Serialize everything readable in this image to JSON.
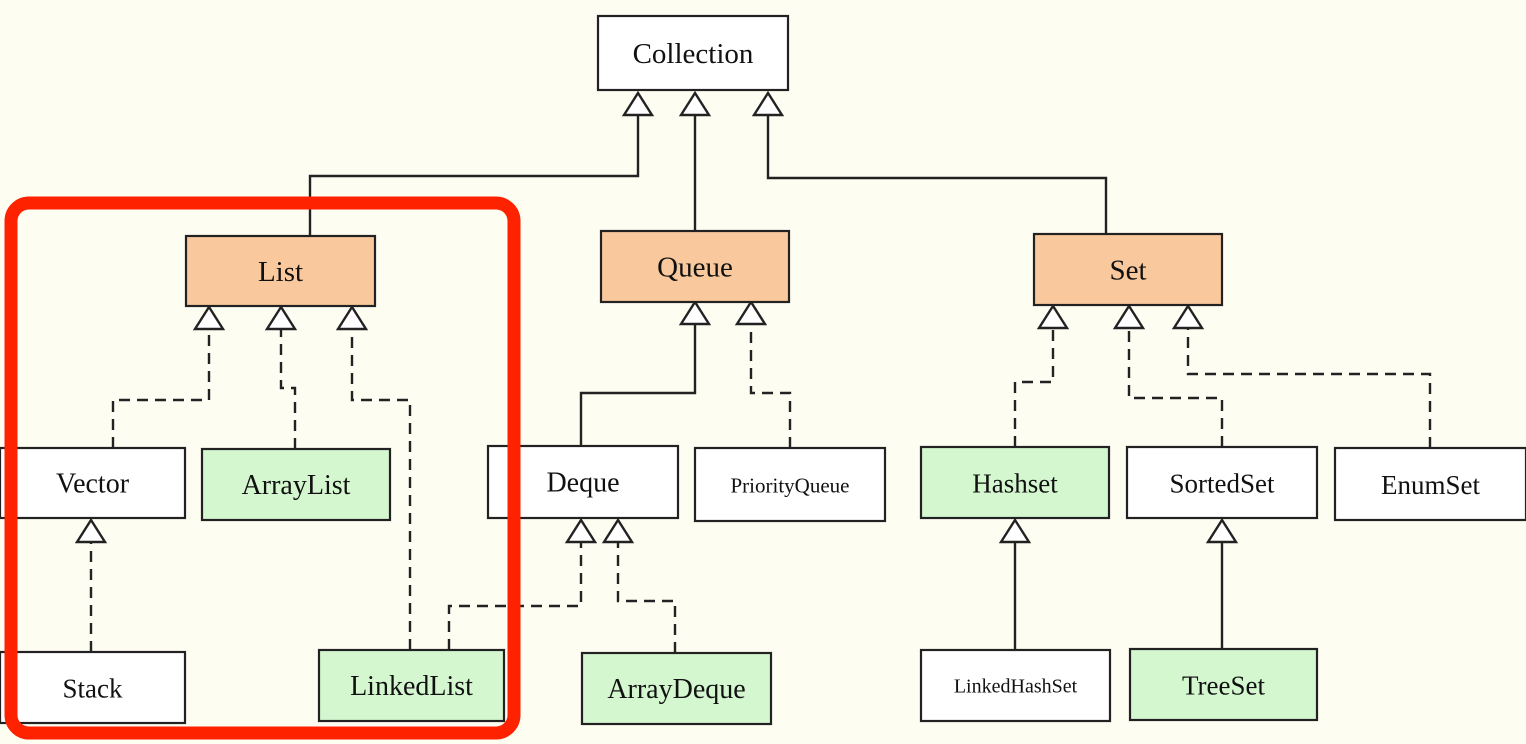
{
  "colors": {
    "background": "#fefdf2",
    "interface": "#f9c99d",
    "implementation": "#d4f7d0",
    "plain": "#ffffff",
    "highlight": "#ff2200"
  },
  "nodes": {
    "collection": {
      "label": "Collection",
      "kind": "plain"
    },
    "list": {
      "label": "List",
      "kind": "interface"
    },
    "queue": {
      "label": "Queue",
      "kind": "interface"
    },
    "set": {
      "label": "Set",
      "kind": "interface"
    },
    "vector": {
      "label": "Vector",
      "kind": "plain"
    },
    "arraylist": {
      "label": "ArrayList",
      "kind": "implementation"
    },
    "deque": {
      "label": "Deque",
      "kind": "plain"
    },
    "priorityqueue": {
      "label": "PriorityQueue",
      "kind": "plain"
    },
    "hashset": {
      "label": "Hashset",
      "kind": "implementation"
    },
    "sortedset": {
      "label": "SortedSet",
      "kind": "plain"
    },
    "enumset": {
      "label": "EnumSet",
      "kind": "plain"
    },
    "stack": {
      "label": "Stack",
      "kind": "plain"
    },
    "linkedlist": {
      "label": "LinkedList",
      "kind": "implementation"
    },
    "arraydeque": {
      "label": "ArrayDeque",
      "kind": "implementation"
    },
    "linkedhashset": {
      "label": "LinkedHashSet",
      "kind": "plain"
    },
    "treeset": {
      "label": "TreeSet",
      "kind": "implementation"
    }
  },
  "edges": [
    {
      "from": "list",
      "to": "collection",
      "style": "solid"
    },
    {
      "from": "queue",
      "to": "collection",
      "style": "solid"
    },
    {
      "from": "set",
      "to": "collection",
      "style": "solid"
    },
    {
      "from": "vector",
      "to": "list",
      "style": "dashed"
    },
    {
      "from": "arraylist",
      "to": "list",
      "style": "dashed"
    },
    {
      "from": "linkedlist",
      "to": "list",
      "style": "dashed"
    },
    {
      "from": "deque",
      "to": "queue",
      "style": "solid"
    },
    {
      "from": "priorityqueue",
      "to": "queue",
      "style": "dashed"
    },
    {
      "from": "hashset",
      "to": "set",
      "style": "dashed"
    },
    {
      "from": "sortedset",
      "to": "set",
      "style": "dashed"
    },
    {
      "from": "enumset",
      "to": "set",
      "style": "dashed"
    },
    {
      "from": "stack",
      "to": "vector",
      "style": "dashed"
    },
    {
      "from": "linkedlist",
      "to": "deque",
      "style": "dashed"
    },
    {
      "from": "arraydeque",
      "to": "deque",
      "style": "dashed"
    },
    {
      "from": "linkedhashset",
      "to": "hashset",
      "style": "solid"
    },
    {
      "from": "treeset",
      "to": "sortedset",
      "style": "solid"
    }
  ],
  "highlight": {
    "group": "list"
  }
}
